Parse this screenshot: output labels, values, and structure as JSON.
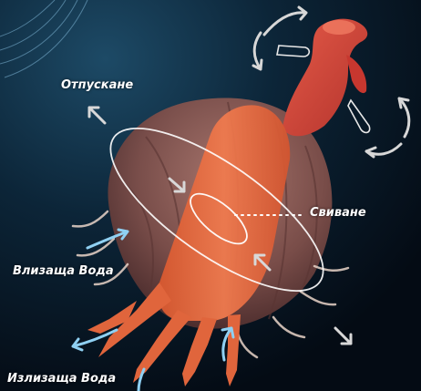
{
  "labels": {
    "release": "Отпускане",
    "contract": "Свиване",
    "water_in": "Влизаща Вода",
    "water_out": "Излизаща Вода"
  },
  "colors": {
    "background": "#06121f",
    "bell": "#8a5a55",
    "muscle": "#e2673f",
    "stomach": "#d9443a",
    "outline": "#ffffff",
    "water_arrow": "#8fd0f2",
    "motion_arrow": "#d7d7d7"
  }
}
